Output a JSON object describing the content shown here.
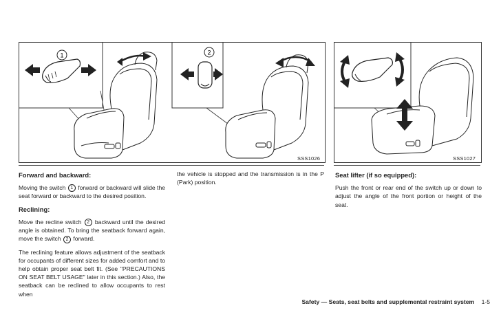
{
  "figures": {
    "left": {
      "code": "SSS1026",
      "callout_1": "1",
      "callout_2": "2"
    },
    "right": {
      "code": "SSS1027"
    }
  },
  "col1": {
    "heading_forward": "Forward and backward:",
    "p1_before": "Moving the switch",
    "p1_num": "1",
    "p1_after": "forward or backward will slide the seat forward or backward to the desired position.",
    "heading_recline": "Reclining:",
    "p2_a": "Move the recline switch",
    "p2_num": "2",
    "p2_b": "backward until the desired angle is obtained. To bring the seatback forward again, move the switch",
    "p2_num2": "2",
    "p2_c": "forward.",
    "p3": "The reclining feature allows adjustment of the seatback for occupants of different sizes for added comfort and to help obtain proper seat belt fit. (See \"PRECAUTIONS ON SEAT BELT USAGE\" later in this section.) Also, the seatback can be reclined to allow occupants to rest when"
  },
  "col2": {
    "p1": "the vehicle is stopped and the transmission is in the P (Park) position."
  },
  "col3": {
    "heading": "Seat lifter (if so equipped):",
    "p1": "Push the front or rear end of the switch up or down to adjust the angle of the front portion or height of the seat."
  },
  "footer": {
    "section": "Safety — Seats, seat belts and supplemental restraint system",
    "page": "1-5"
  }
}
